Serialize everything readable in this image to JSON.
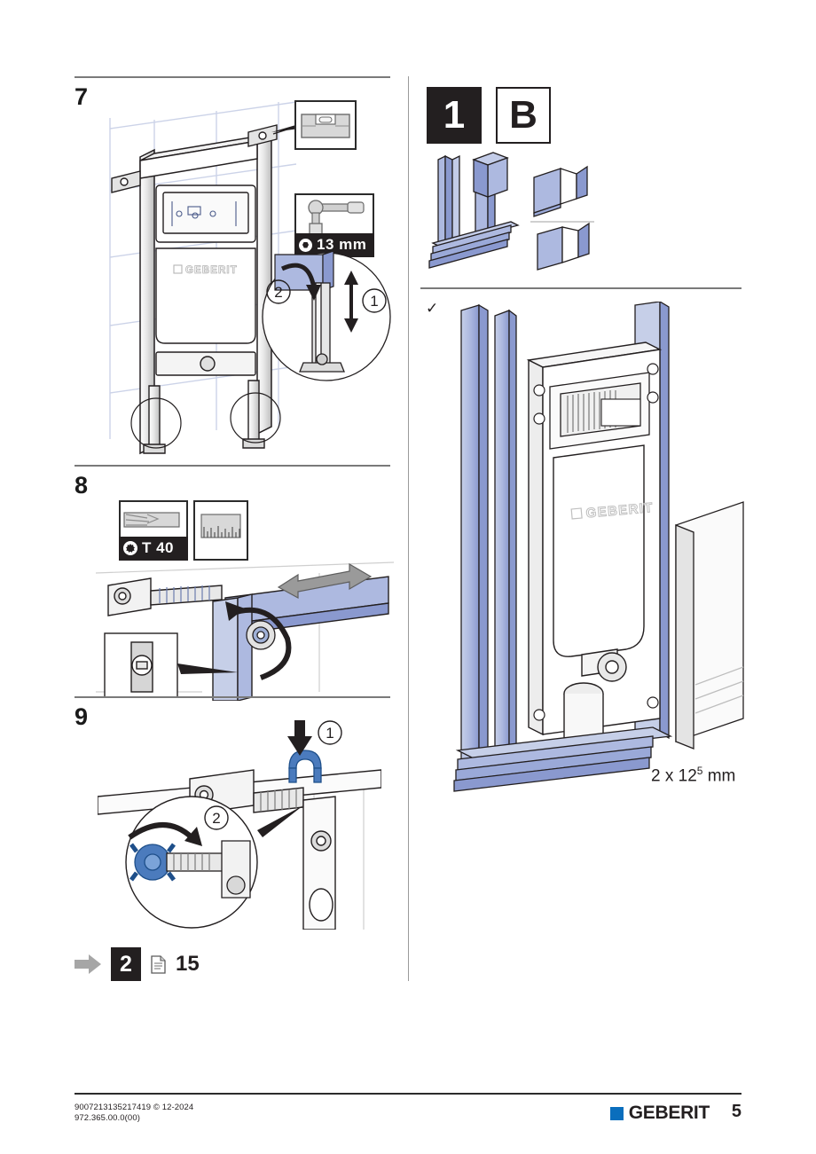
{
  "document": {
    "page_number": "5",
    "brand": "GEBERIT",
    "brand_color": "#0a6ebd",
    "footer_line1": "9007213135217419 © 12-2024",
    "footer_line2": "972.365.00.0(00)"
  },
  "left_column": {
    "steps": [
      {
        "number": "7",
        "tools": [
          {
            "icon": "spirit-level-icon",
            "label": ""
          },
          {
            "icon": "socket-wrench-icon",
            "label": "13 mm",
            "glyph": "hex"
          }
        ],
        "markers": [
          "1",
          "2"
        ]
      },
      {
        "number": "8",
        "tools": [
          {
            "icon": "torx-screwdriver-icon",
            "label": "T 40",
            "glyph": "torx"
          },
          {
            "icon": "measuring-tape-icon",
            "label": ""
          }
        ],
        "markers": []
      },
      {
        "number": "9",
        "tools": [],
        "markers": [
          "1",
          "2"
        ]
      }
    ],
    "next_step_nav": {
      "arrow": "arrow-right-icon",
      "step": "2",
      "doc_icon": "document-icon",
      "page": "15"
    }
  },
  "right_column": {
    "header": {
      "chapter": "1",
      "variant": "B"
    },
    "check": "✓",
    "dimension_label": {
      "prefix": "2 x 12",
      "superscript": "5",
      "unit": "mm"
    }
  },
  "colors": {
    "accent_blue": "#0a6ebd",
    "illustration_blue": "#adb9e0",
    "illustration_blue_dark": "#8a99cf",
    "clip_blue": "#4b7bbd",
    "line": "#231f20",
    "grey_fill": "#d8d8d8",
    "grey_light": "#efefef"
  }
}
